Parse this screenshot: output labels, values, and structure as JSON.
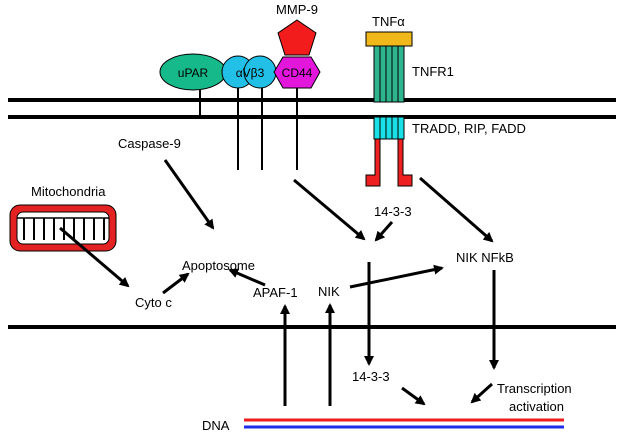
{
  "labels": {
    "mmp9": "MMP-9",
    "tnfa": "TNFα",
    "tnfr1": "TNFR1",
    "upar": "uPAR",
    "avb3": "αVβ3",
    "cd44": "CD44",
    "tradd": "TRADD, RIP, FADD",
    "caspase9": "Caspase-9",
    "mitochondria": "Mitochondria",
    "protein1433_top": "14-3-3",
    "protein1433_bottom": "14-3-3",
    "apoptosome": "Apoptosome",
    "nik_nfkb": "NIK NFkB",
    "cyto_c": "Cyto c",
    "apaf1": "APAF-1",
    "nik": "NIK",
    "transcription_line1": "Transcription",
    "transcription_line2": "activation",
    "dna": "DNA"
  },
  "colors": {
    "upar": "#16b98a",
    "integrin": "#22bfe6",
    "cd44": "#e316dc",
    "mmp9": "#f21c1c",
    "tnfa": "#f0b81a",
    "tnfr1": "#2fb58e",
    "tradd": "#19e0e6",
    "fadd": "#ee2020",
    "mitochondria_outer": "#e52222",
    "dna_top": "#ee1c1c",
    "dna_bottom": "#1f2ee8"
  }
}
